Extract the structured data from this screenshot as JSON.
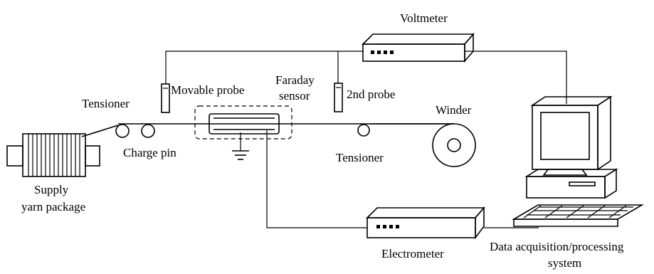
{
  "labels": {
    "voltmeter": "Voltmeter",
    "movable_probe": "Movable probe",
    "faraday_line1": "Faraday",
    "faraday_line2": "sensor",
    "second_probe": "2nd probe",
    "tensioner_left": "Tensioner",
    "winder": "Winder",
    "charge_pin": "Charge pin",
    "tensioner_right": "Tensioner",
    "supply_line1": "Supply",
    "supply_line2": "yarn package",
    "electrometer": "Electrometer",
    "daq_line1": "Data acquisition/processing",
    "daq_line2": "system"
  }
}
